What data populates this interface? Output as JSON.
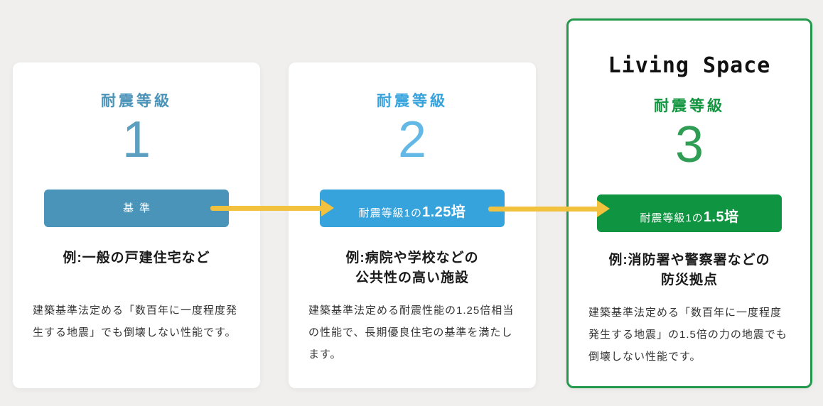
{
  "page": {
    "background_color": "#f0efed",
    "arrow_color": "#f2c23e"
  },
  "cards": [
    {
      "grade_label": "耐震等級",
      "grade_number": "1",
      "badge_prefix": "基準",
      "badge_strong": "",
      "example_line1": "例:一般の戸建住宅など",
      "example_line2": "",
      "description": "建築基準法定める「数百年に一度程度発生する地震」でも倒壊しない性能です。",
      "accent_color": "#4a93b9",
      "number_color": "#5c9fc0"
    },
    {
      "grade_label": "耐震等級",
      "grade_number": "2",
      "badge_prefix": "耐震等級1の",
      "badge_strong": "1.25培",
      "example_line1": "例:病院や学校などの",
      "example_line2": "公共性の高い施設",
      "description": "建築基準法定める耐震性能の1.25倍相当の性能で、長期優良住宅の基準を満たします。",
      "accent_color": "#36a3dd",
      "number_color": "#63b8e6"
    },
    {
      "brand": "Living Space",
      "grade_label": "耐震等級",
      "grade_number": "3",
      "badge_prefix": "耐震等級1の",
      "badge_strong": "1.5培",
      "example_line1": "例:消防署や警察署などの",
      "example_line2": "防災拠点",
      "description": "建築基準法定める「数百年に一度程度発生する地震」の1.5倍の力の地震でも倒壊しない性能です。",
      "accent_color": "#0f9441",
      "number_color": "#2f9e54",
      "border_color": "#23994d"
    }
  ]
}
